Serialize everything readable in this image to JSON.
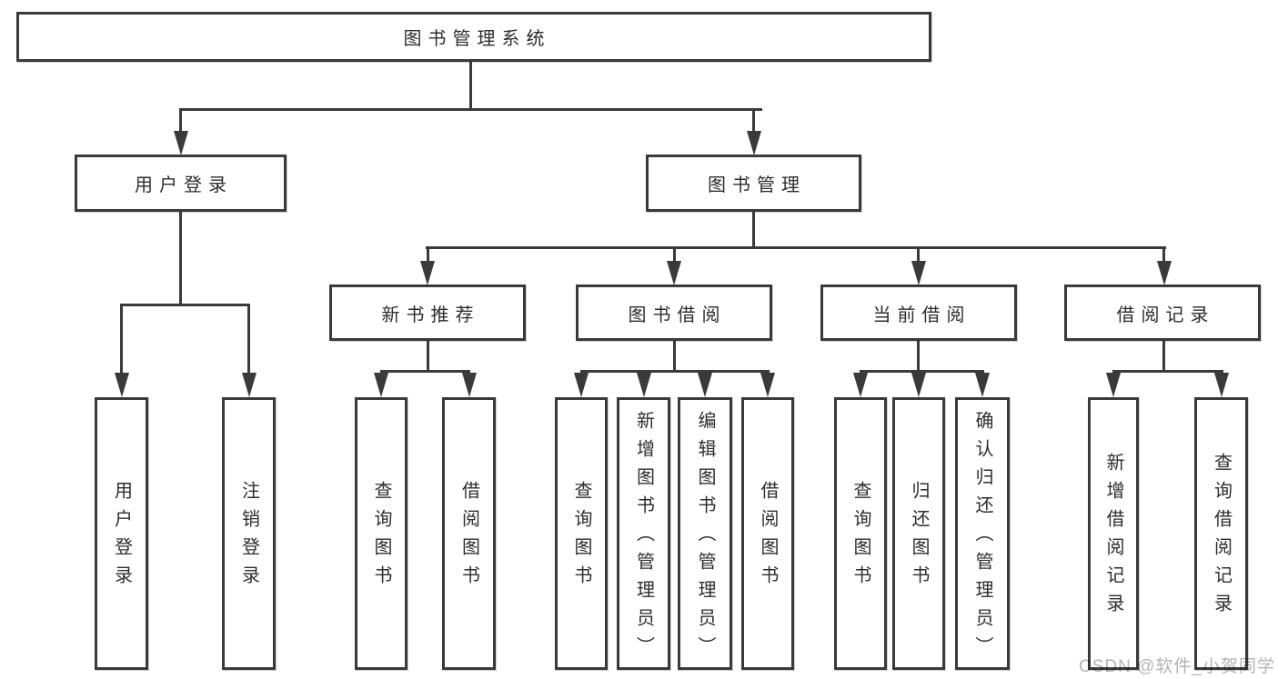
{
  "diagram": {
    "root": {
      "label": "图书管理系统"
    },
    "level2": {
      "user_login": {
        "label": "用户登录"
      },
      "book_management": {
        "label": "图书管理"
      }
    },
    "level3": {
      "new_book_recommend": {
        "label": "新书推荐"
      },
      "book_borrowing": {
        "label": "图书借阅"
      },
      "current_borrowing": {
        "label": "当前借阅"
      },
      "borrowing_records": {
        "label": "借阅记录"
      }
    },
    "leaves": {
      "user_login": {
        "label": "用户登录"
      },
      "logout": {
        "label": "注销登录"
      },
      "nbr_query_books": {
        "label": "查询图书"
      },
      "nbr_borrow_books": {
        "label": "借阅图书"
      },
      "bb_query_books": {
        "label": "查询图书"
      },
      "bb_add_books": {
        "label": "新增图书（管理员）"
      },
      "bb_edit_books": {
        "label": "编辑图书（管理员）"
      },
      "bb_borrow_books": {
        "label": "借阅图书"
      },
      "cb_query_books": {
        "label": "查询图书"
      },
      "cb_return_books": {
        "label": "归还图书"
      },
      "cb_confirm_return": {
        "label": "确认归还（管理员）"
      },
      "br_add_record": {
        "label": "新增借阅记录"
      },
      "br_query_record": {
        "label": "查询借阅记录"
      }
    }
  },
  "watermark": {
    "text": "CSDN @软件_小贺同学"
  },
  "colors": {
    "line": "#3a3a3a",
    "background": "#ffffff",
    "text": "#2d2d2d",
    "watermark": "#a6a6a6"
  }
}
